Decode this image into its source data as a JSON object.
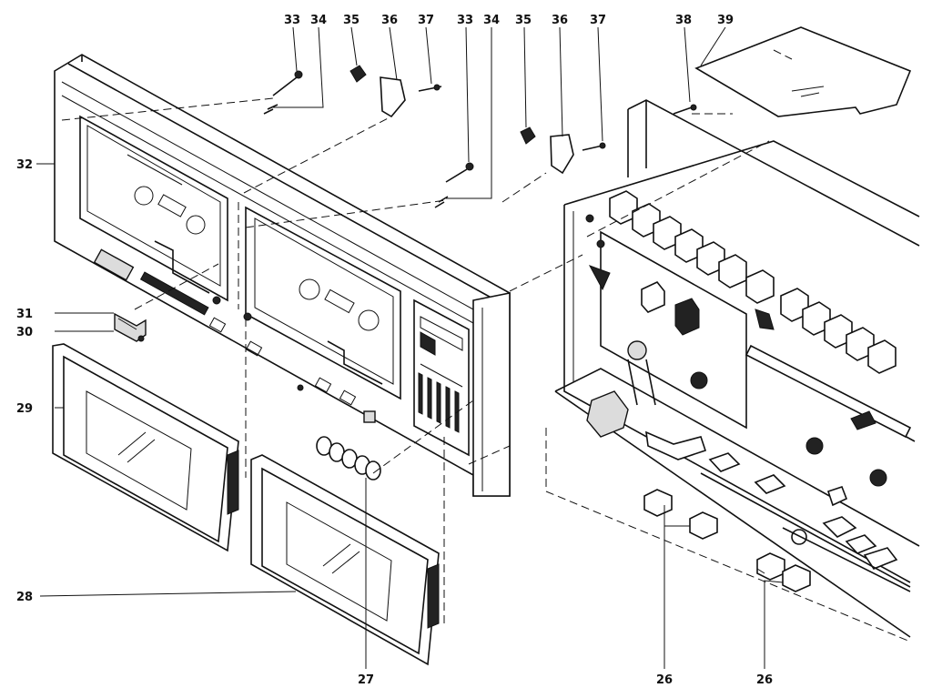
{
  "callouts": {
    "c26a": "26",
    "c26b": "26",
    "c27": "27",
    "c28": "28",
    "c29": "29",
    "c30": "30",
    "c31": "31",
    "c32": "32",
    "c33a": "33",
    "c34a": "34",
    "c35a": "35",
    "c36a": "36",
    "c37a": "37",
    "c33b": "33",
    "c34b": "34",
    "c35b": "35",
    "c36b": "36",
    "c37b": "37",
    "c38": "38",
    "c39": "39"
  }
}
